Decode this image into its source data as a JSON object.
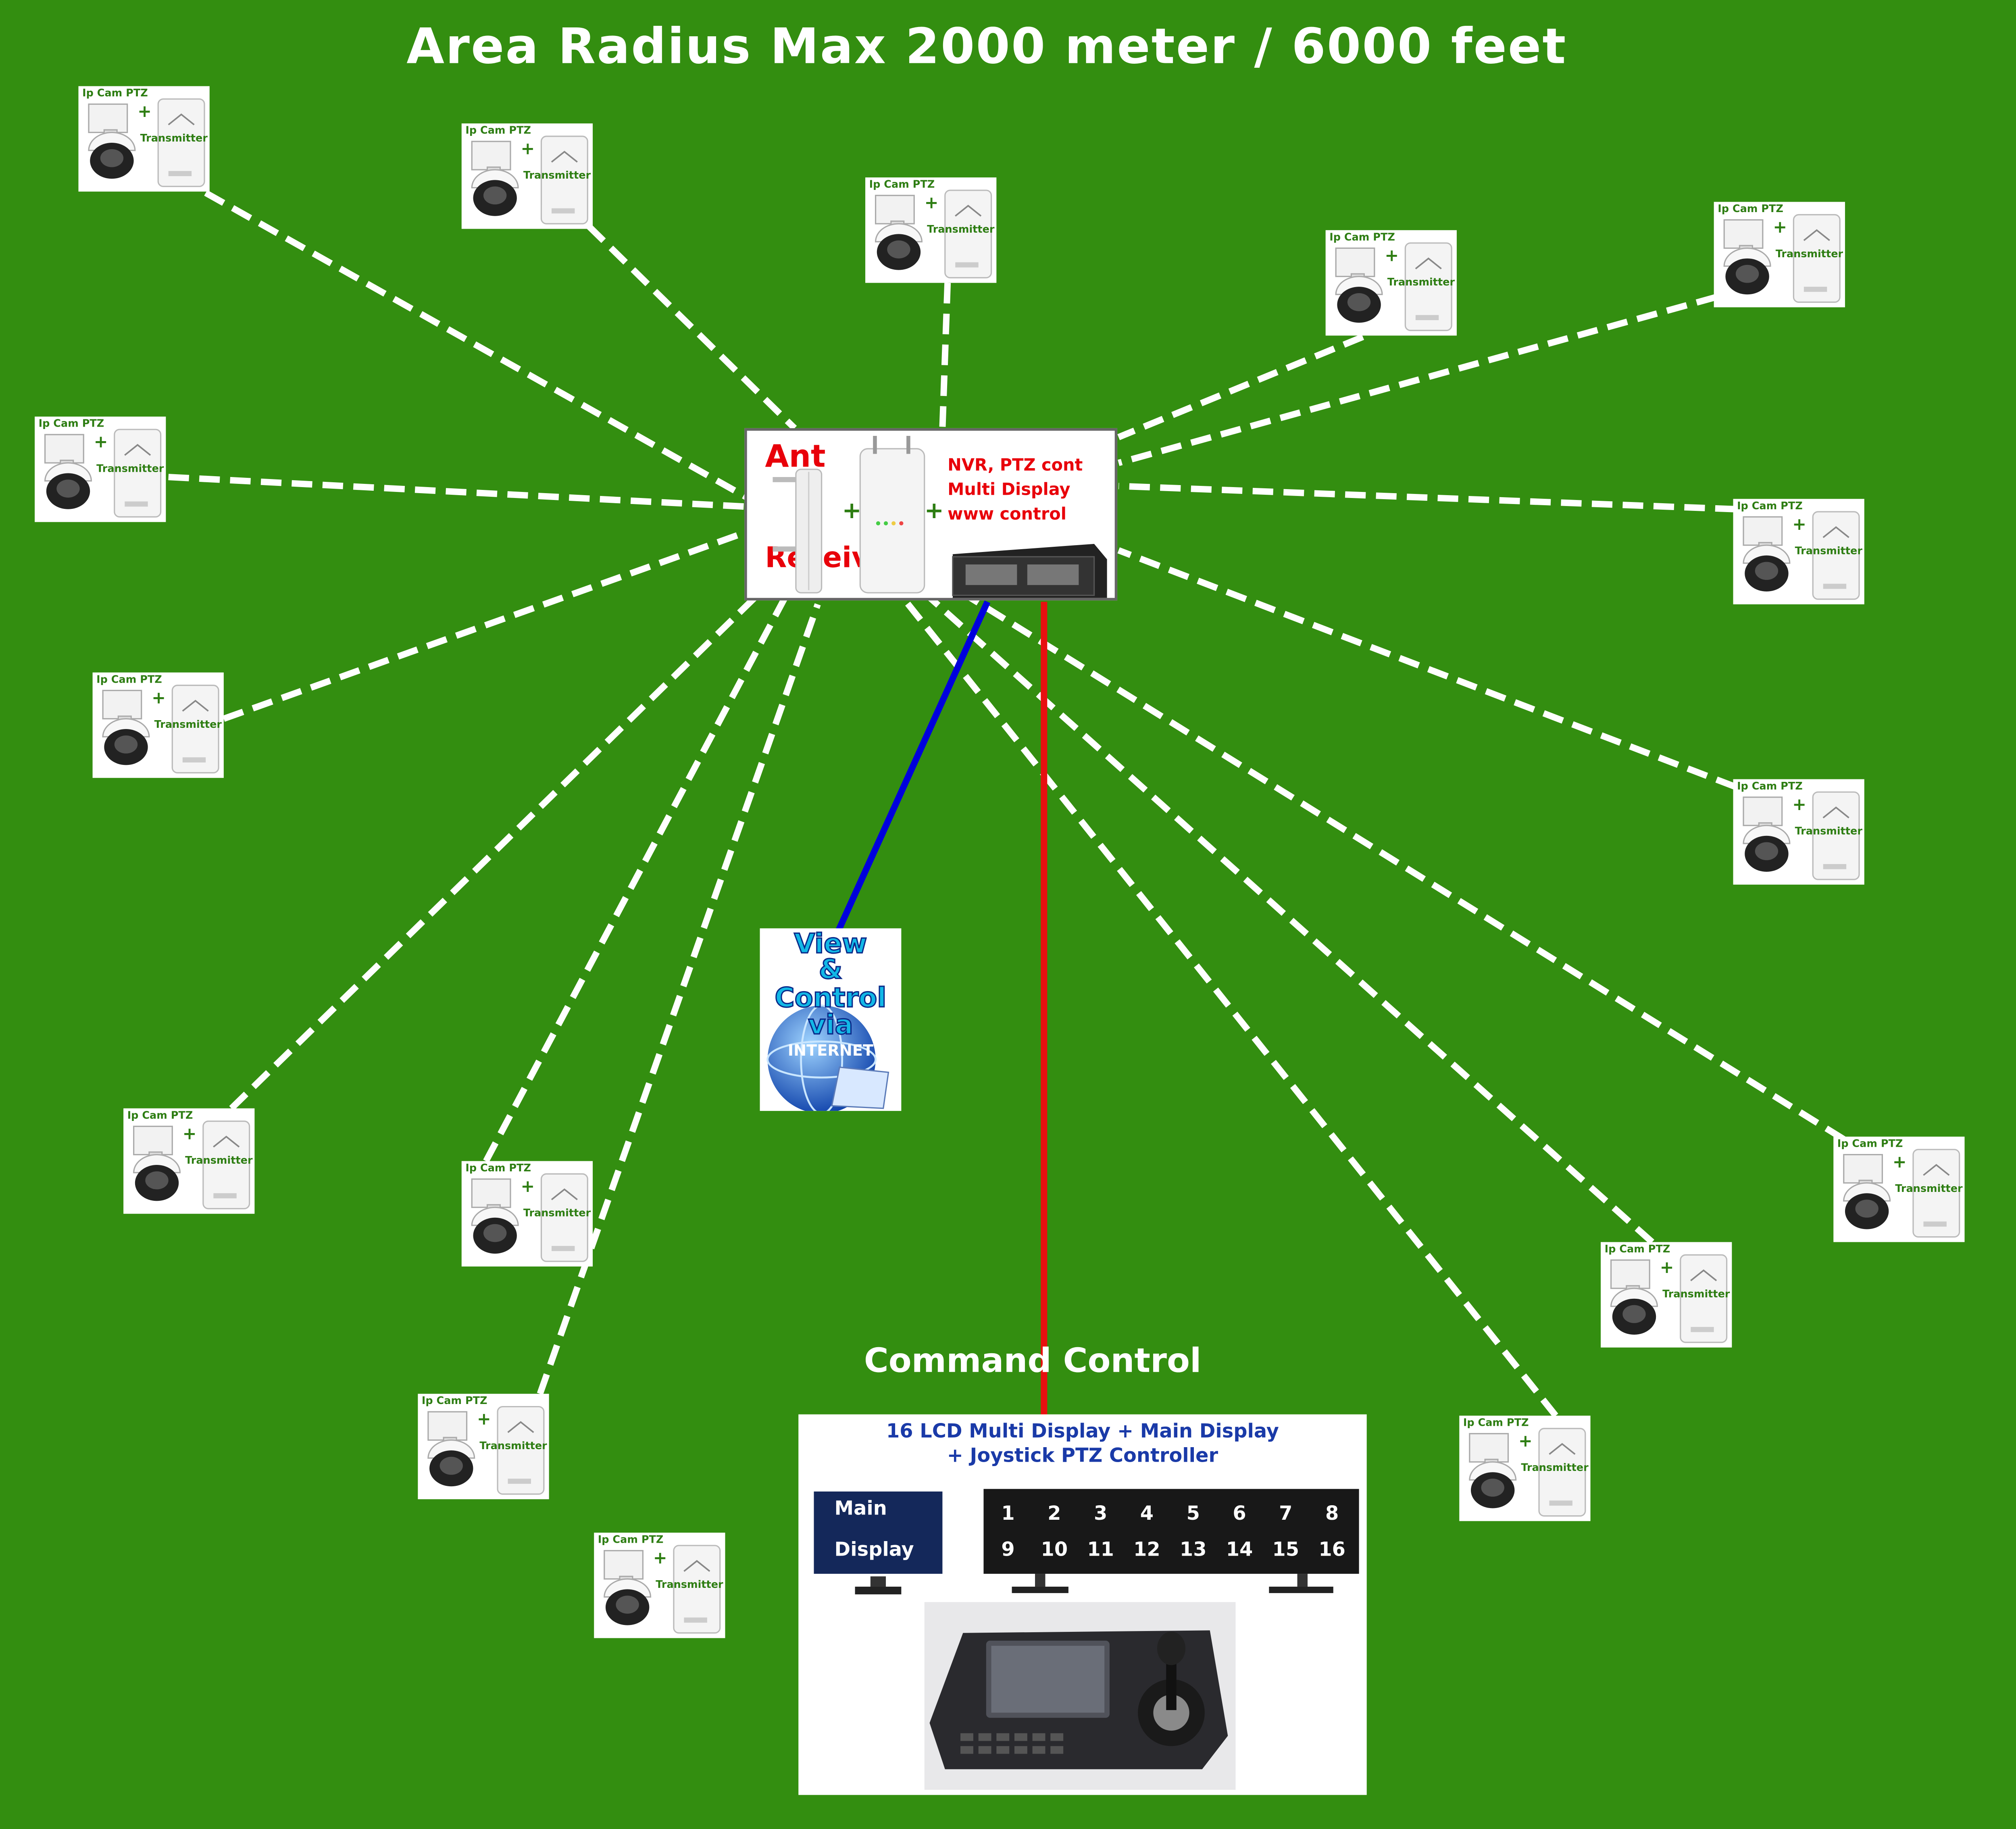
{
  "title": "Area Radius Max 2000 meter / 6000 feet",
  "camera": {
    "label": "Ip Cam PTZ",
    "plus": "+",
    "transmitter": "Transmitter"
  },
  "hub": {
    "ant": "Ant",
    "receiver": "Receiver",
    "plus": "+",
    "nvr_lines": [
      "NVR, PTZ cont",
      "Multi Display",
      "www control"
    ]
  },
  "internet": {
    "words": [
      "View",
      "&",
      "Control",
      "via"
    ],
    "net": "INTERNET"
  },
  "command": {
    "title": "Command Control",
    "line1": "16 LCD Multi Display + Main Display",
    "line2": "+ Joystick PTZ Controller",
    "main_display": [
      "Main",
      "Display"
    ],
    "screens": [
      "1",
      "2",
      "3",
      "4",
      "5",
      "6",
      "7",
      "8",
      "9",
      "10",
      "11",
      "12",
      "13",
      "14",
      "15",
      "16"
    ]
  },
  "colors": {
    "background": "#338e10",
    "label_green": "#2d7d12",
    "hub_red": "#e8000a",
    "internet_link": "#0000dd",
    "command_link": "#e81010",
    "dashed_link": "#ffffff"
  }
}
